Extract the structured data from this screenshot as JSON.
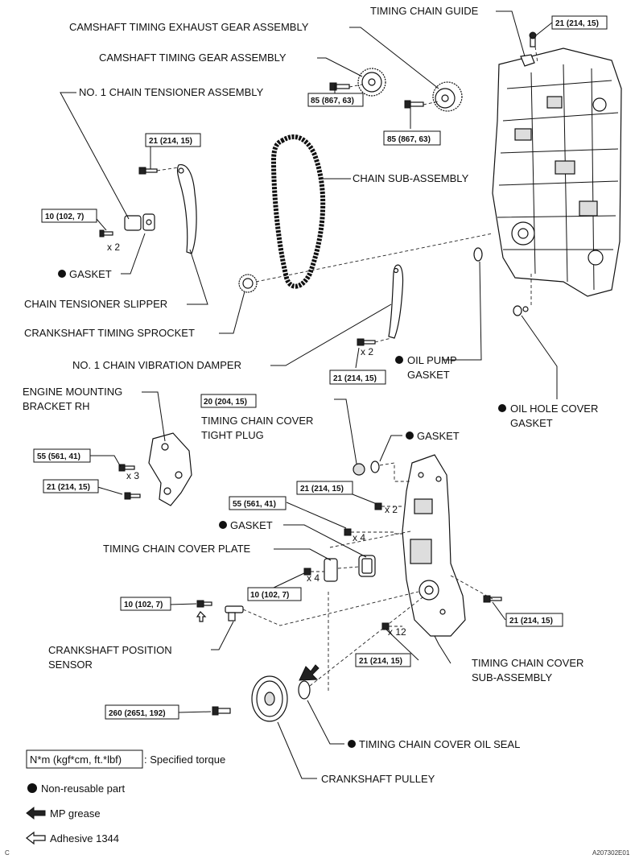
{
  "labels": {
    "timing_chain_guide": "TIMING CHAIN GUIDE",
    "camshaft_exhaust_gear": "CAMSHAFT TIMING EXHAUST GEAR ASSEMBLY",
    "camshaft_gear": "CAMSHAFT TIMING GEAR ASSEMBLY",
    "chain_tensioner": "NO. 1 CHAIN TENSIONER ASSEMBLY",
    "chain_sub_assembly": "CHAIN SUB-ASSEMBLY",
    "gasket_tensioner": "GASKET",
    "tensioner_slipper": "CHAIN TENSIONER SLIPPER",
    "crankshaft_sprocket": "CRANKSHAFT TIMING SPROCKET",
    "vibration_damper": "NO. 1 CHAIN VIBRATION DAMPER",
    "oil_pump_gasket_1": "OIL PUMP",
    "oil_pump_gasket_2": "GASKET",
    "engine_bracket_1": "ENGINE MOUNTING",
    "engine_bracket_2": "BRACKET RH",
    "tight_plug_1": "TIMING CHAIN COVER",
    "tight_plug_2": "TIGHT PLUG",
    "gasket_plug": "GASKET",
    "oil_hole_cover_1": "OIL HOLE COVER",
    "oil_hole_cover_2": "GASKET",
    "gasket_cover_plate": "GASKET",
    "cover_plate": "TIMING CHAIN COVER PLATE",
    "crank_sensor_1": "CRANKSHAFT POSITION",
    "crank_sensor_2": "SENSOR",
    "cover_sub_1": "TIMING CHAIN COVER",
    "cover_sub_2": "SUB-ASSEMBLY",
    "oil_seal": "TIMING CHAIN COVER OIL SEAL",
    "crank_pulley": "CRANKSHAFT PULLEY"
  },
  "torques": {
    "t21": "21 (214, 15)",
    "t85": "85 (867, 63)",
    "t10": "10 (102, 7)",
    "t20": "20 (204, 15)",
    "t55": "55 (561, 41)",
    "t260": "260 (2651, 192)"
  },
  "quantities": {
    "x2": "x 2",
    "x3": "x 3",
    "x4": "x 4",
    "x12": "x 12"
  },
  "legend": {
    "torque_box": "N*m (kgf*cm, ft.*lbf)",
    "torque_text": ": Specified torque",
    "non_reusable": "Non-reusable part",
    "mp_grease": "MP grease",
    "adhesive": "Adhesive 1344"
  },
  "footer": {
    "corner_left": "C",
    "figure_code": "A207302E01"
  },
  "icons": {
    "non_reusable": "filled-circle-icon",
    "mp_grease": "solid-arrow-icon",
    "adhesive": "outline-arrow-icon"
  }
}
